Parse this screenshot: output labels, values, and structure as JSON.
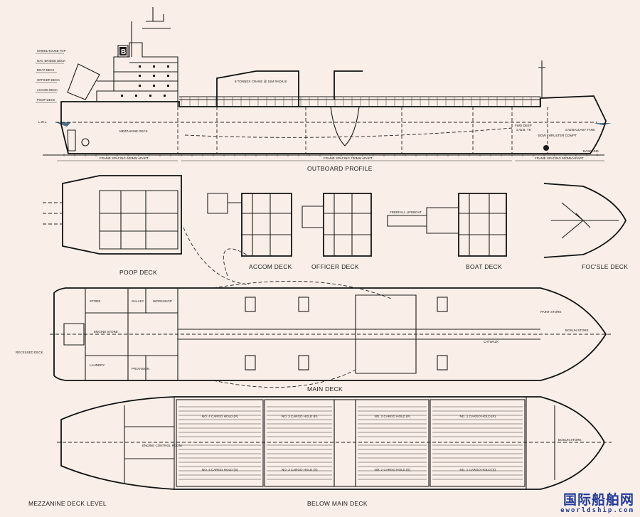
{
  "outboard_profile": {
    "title": "OUTBOARD PROFILE",
    "deck_levels": [
      "WHEELHOUSE TOP",
      "NAV. BRIDGE DECK",
      "BOAT DECK",
      "OFFICER DECK",
      "ACCOM DECK",
      "POOP DECK"
    ],
    "lwl_label": "L.W.L.",
    "funnel_letter": "B",
    "mezzanine_label": "MEZZANINE DECK",
    "crane_label": "8 TONNES CRANE @ 15M RADIUS",
    "frame_spacing_aft": "FRAME SPACING 600MM APART",
    "frame_spacing_mid": "FRAME SPACING 700MM APART",
    "frame_spacing_fwd": "FRAME SPACING 600MM APART",
    "baseline_label": "BASELINE",
    "fwd_deep_label": "FWD DEEP",
    "fwd_deep_sub": "S.W.B. TK",
    "bow_thruster_label": "BOW THRUSTER COMPT",
    "sw_ballast_label": "S.W.BALLAST TANK"
  },
  "deck_plans": {
    "poop_deck": "POOP DECK",
    "accom_deck": "ACCOM DECK",
    "officer_deck": "OFFICER DECK",
    "boat_deck": "BOAT DECK",
    "focsle_deck": "FOC'SLE DECK",
    "freefall_label": "FREEFALL LIFEBOAT"
  },
  "main_deck": {
    "title": "MAIN DECK",
    "recessed_label": "RECESSED DECK",
    "rooms": [
      "STORE",
      "ENGINE STORE",
      "LAUNDRY",
      "PROVISION",
      "GALLEY",
      "WORKSHOP",
      "PAINT STORE",
      "BOSUN STORE",
      "CATWALK"
    ]
  },
  "below_main_deck": {
    "title": "BELOW MAIN DECK",
    "mezzanine_title": "MEZZANINE DECK LEVEL",
    "holds_port": [
      "NO. 4 CARGO HOLD (P)",
      "NO. 3 CARGO HOLD (P)",
      "NO. 2 CARGO HOLD (P)",
      "NO. 1 CARGO HOLD (P)"
    ],
    "holds_stbd": [
      "NO. 4 CARGO HOLD (S)",
      "NO. 3 CARGO HOLD (S)",
      "NO. 2 CARGO HOLD (S)",
      "NO. 1 CARGO HOLD (S)"
    ],
    "engine_room": "ENGINE CONTROL ROOM",
    "bow_store": "BOSUN STORE"
  },
  "watermark": {
    "cn": "国际船舶网",
    "en": "eworldship.com"
  },
  "colors": {
    "background": "#faefe8",
    "line": "#1c1c1c",
    "water": "#4a6f85",
    "watermark": "#1f3a9a"
  }
}
